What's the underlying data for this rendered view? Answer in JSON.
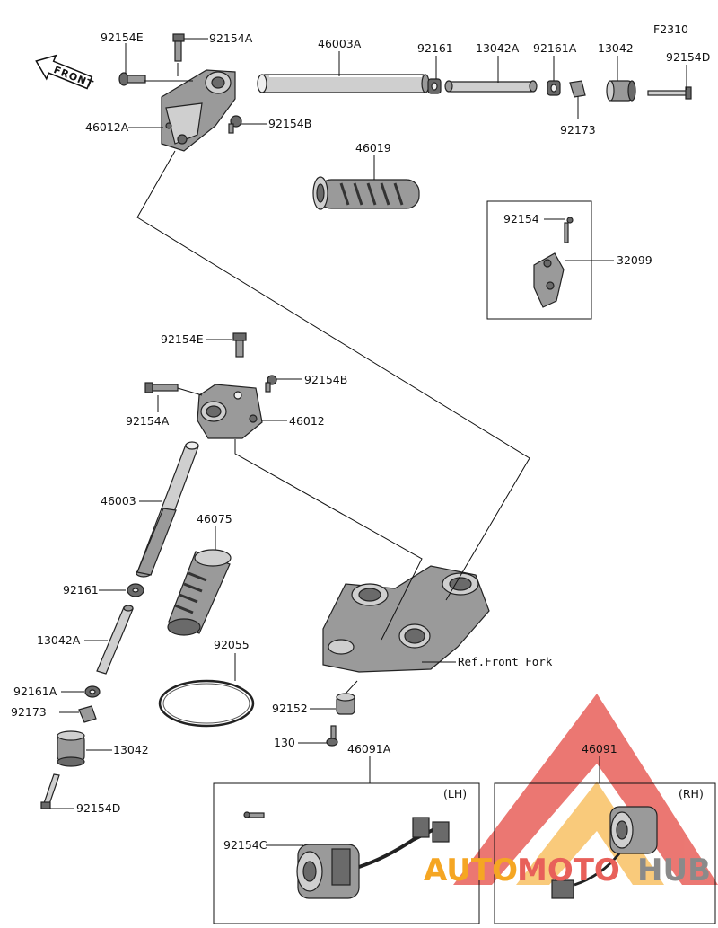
{
  "figure_code": "F2310",
  "front_arrow_label": "FRONT",
  "ref_front_fork": "Ref.Front Fork",
  "box_lh_label": "(LH)",
  "box_rh_label": "(RH)",
  "watermark": {
    "brand_part1": "AUTO",
    "brand_part2": "MOTO",
    "brand_part3": "HUB",
    "color_red": "#e8605a",
    "color_orange": "#f5a623",
    "color_gray": "#8a8a8a"
  },
  "parts": {
    "p92154E_top": "92154E",
    "p92154A_top": "92154A",
    "p46003A": "46003A",
    "p92161_top": "92161",
    "p13042A_top": "13042A",
    "p92161A_top": "92161A",
    "p13042_top": "13042",
    "p92154D_top": "92154D",
    "p46012A": "46012A",
    "p92154B_top": "92154B",
    "p92173_top": "92173",
    "p46019": "46019",
    "p92154": "92154",
    "p32099": "32099",
    "p92154E_mid": "92154E",
    "p92154B_mid": "92154B",
    "p92154A_mid": "92154A",
    "p46012": "46012",
    "p46003": "46003",
    "p46075": "46075",
    "p92161_mid": "92161",
    "p13042A_mid": "13042A",
    "p92161A_mid": "92161A",
    "p92173_mid": "92173",
    "p13042_mid": "13042",
    "p92154D_mid": "92154D",
    "p92055": "92055",
    "p92152": "92152",
    "p130": "130",
    "p46091A": "46091A",
    "p92154C": "92154C",
    "p46091": "46091"
  }
}
